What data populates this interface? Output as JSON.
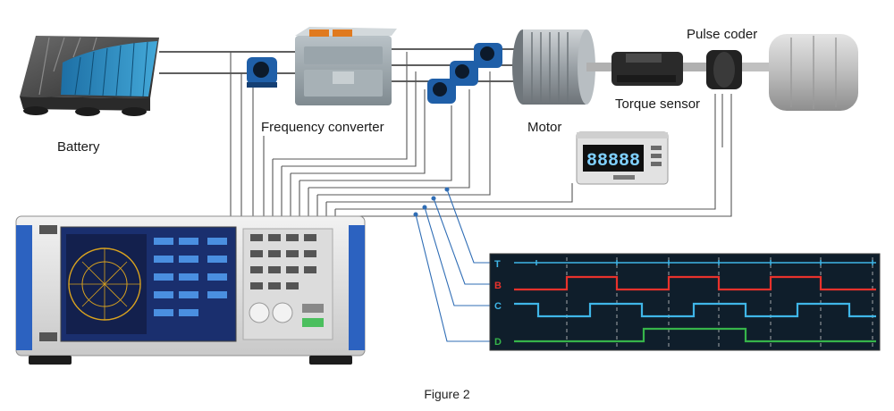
{
  "labels": {
    "battery": "Battery",
    "frequency_converter": "Frequency converter",
    "motor": "Motor",
    "torque_sensor": "Torque sensor",
    "pulse_coder": "Pulse coder"
  },
  "torque_display": {
    "digits": "88888"
  },
  "waveform": {
    "channels": [
      {
        "id": "T",
        "label": "T",
        "color": "#3fb6e8"
      },
      {
        "id": "B",
        "label": "B",
        "color": "#e8322c"
      },
      {
        "id": "C",
        "label": "C",
        "color": "#3fb6e8"
      },
      {
        "id": "D",
        "label": "D",
        "color": "#36b54a"
      }
    ],
    "background": "#0f1e2b"
  },
  "caption": "Figure 2",
  "colors": {
    "wire": "#2a2a2a",
    "sensor_blue": "#1f5fa8",
    "instrument_screen": "#1a3f8f"
  }
}
